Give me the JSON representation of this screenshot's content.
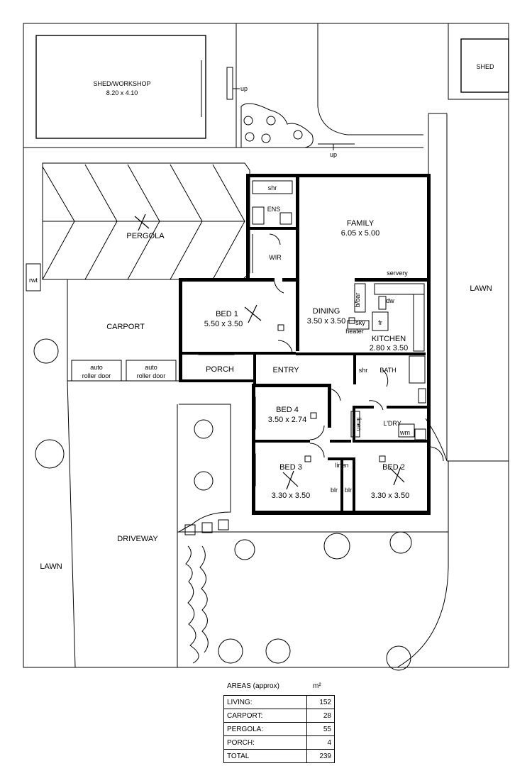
{
  "rooms": {
    "shed_workshop": {
      "name": "SHED/WORKSHOP",
      "size": "8.20 x 4.10"
    },
    "shed": "SHED",
    "pergola": "PERGOLA",
    "carport": "CARPORT",
    "auto_door_1": [
      "auto",
      "roller door"
    ],
    "auto_door_2": [
      "auto",
      "roller door"
    ],
    "rwt": "rwt",
    "porch": "PORCH",
    "entry": "ENTRY",
    "shr_ens": "shr",
    "ens": "ENS",
    "wir": "WIR",
    "family": {
      "name": "FAMILY",
      "size": "6.05 x 5.00"
    },
    "servery": "servery",
    "bed1": {
      "name": "BED 1",
      "size": "5.50 x 3.50"
    },
    "dining": {
      "name": "DINING",
      "size": "3.50 x 3.50"
    },
    "bbar": "b/bar",
    "dw": "dw",
    "sky": "sky",
    "heater": "heater",
    "fr": "fr",
    "kitchen": {
      "name": "KITCHEN",
      "size": "2.80 x 3.50"
    },
    "shr_bath": "shr",
    "bath": "BATH",
    "bed4": {
      "name": "BED 4",
      "size": "3.50 x 2.74"
    },
    "linen1": "linen",
    "ldry": "L'DRY",
    "wm": "wm",
    "bed3": {
      "name": "BED 3",
      "size": "3.30 x 3.50"
    },
    "linen2": "linen",
    "blr1": "blr",
    "blr2": "blr",
    "bed2": {
      "name": "BED 2",
      "size": "3.30 x 3.50"
    }
  },
  "site": {
    "up1": "up",
    "up2": "up",
    "lawn_right": "LAWN",
    "lawn_left": "LAWN",
    "driveway": "DRIVEWAY"
  },
  "areas": {
    "heading": "AREAS (approx)",
    "unit": "m²",
    "rows": [
      {
        "label": "LIVING:",
        "value": "152"
      },
      {
        "label": "CARPORT:",
        "value": "28"
      },
      {
        "label": "PERGOLA:",
        "value": "55"
      },
      {
        "label": "PORCH:",
        "value": "4"
      },
      {
        "label": "TOTAL",
        "value": "239"
      }
    ]
  }
}
